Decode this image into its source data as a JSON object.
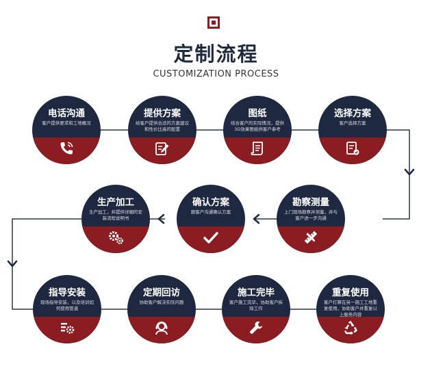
{
  "header": {
    "title": "定制流程",
    "subtitle": "CUSTOMIZATION PROCESS"
  },
  "colors": {
    "navy": "#1e2840",
    "red": "#8a1c22",
    "line": "#2a3348"
  },
  "steps": [
    {
      "name": "电话沟通",
      "desc": "客户提供要求和工地概况",
      "icon": "phone-icon"
    },
    {
      "name": "提供方案",
      "desc": "给客户提供合适的方案建议和性价比高的配置",
      "icon": "document-edit-icon"
    },
    {
      "name": "图纸",
      "desc": "结合客户的实际情况，提供3D效果图纸供客户参考",
      "icon": "scroll-icon"
    },
    {
      "name": "选择方案",
      "desc": "客户选择方案",
      "icon": "checklist-icon"
    },
    {
      "name": "勘察测量",
      "desc": "上门现场勘察并测量，并与客户进一步沟通",
      "icon": "ruler-pencil-icon"
    },
    {
      "name": "确认方案",
      "desc": "跟客户沟通确认方案",
      "icon": "checkmark-icon"
    },
    {
      "name": "生产加工",
      "desc": "生产加工，并提供详细的安装流程说明书",
      "icon": "gears-icon"
    },
    {
      "name": "指导安装",
      "desc": "现场指导安装，以及培训如何使用管道",
      "icon": "settings-list-icon"
    },
    {
      "name": "定期回访",
      "desc": "协助客户解决实际问题",
      "icon": "headset-icon"
    },
    {
      "name": "施工完毕",
      "desc": "客户施工完毕，协助客户拆除工作",
      "icon": "wrench-icon"
    },
    {
      "name": "重复使用",
      "desc": "客户打算在另一施工工地重复使用，协助客户并重复以上服务内容",
      "icon": "recycle-icon"
    }
  ]
}
